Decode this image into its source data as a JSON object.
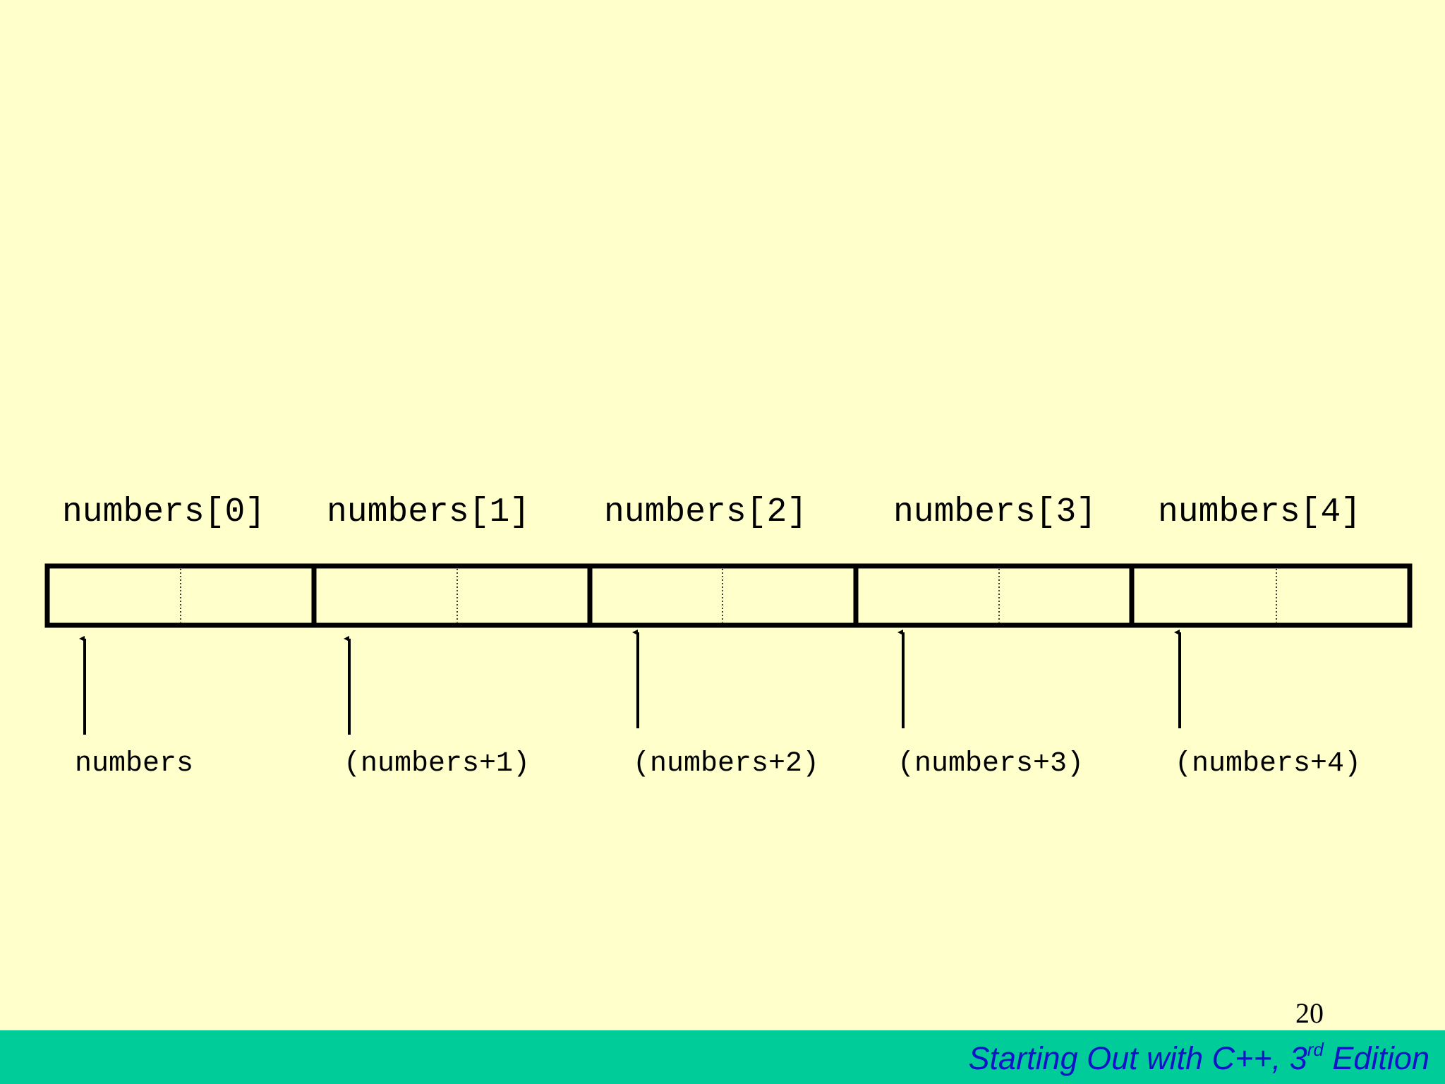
{
  "diagram": {
    "elements": [
      {
        "label": "numbers[0]"
      },
      {
        "label": "numbers[1]"
      },
      {
        "label": "numbers[2]"
      },
      {
        "label": "numbers[3]"
      },
      {
        "label": "numbers[4]"
      }
    ],
    "pointers": [
      {
        "label": "numbers"
      },
      {
        "label": "(numbers+1)"
      },
      {
        "label": "(numbers+2)"
      },
      {
        "label": "(numbers+3)"
      },
      {
        "label": "(numbers+4)"
      }
    ]
  },
  "page_number": "20",
  "footer": {
    "title_prefix": "Starting Out with C++, 3",
    "title_superscript": "rd",
    "title_suffix": " Edition",
    "background_color": "#00cc99",
    "text_color": "#1212c8"
  },
  "colors": {
    "background": "#ffffcc",
    "ink": "#000000"
  }
}
